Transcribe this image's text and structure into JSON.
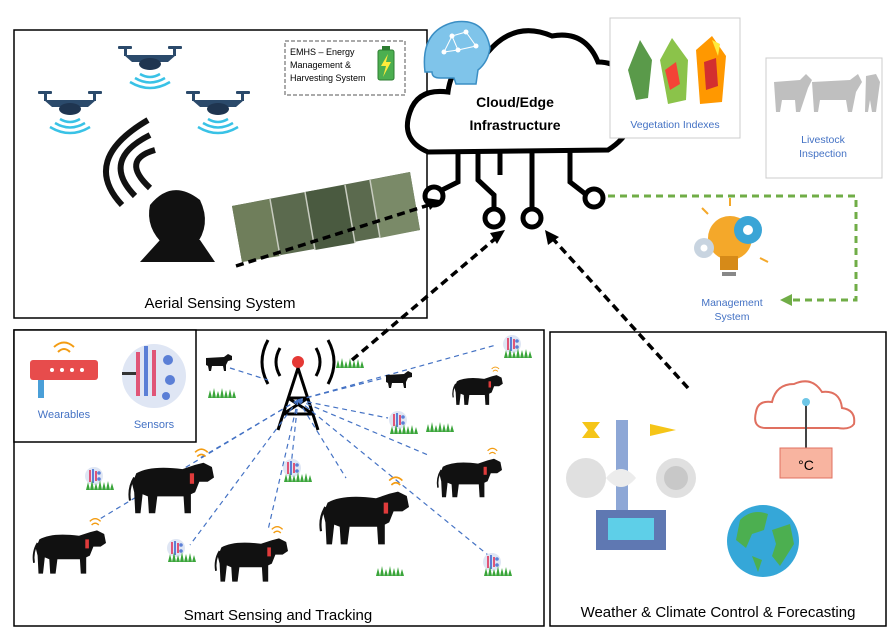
{
  "cloud": {
    "line1": "Cloud/Edge",
    "line2": "Infrastructure"
  },
  "emhs": {
    "line1": "EMHS – Energy",
    "line2": "Management &",
    "line3": "Harvesting System"
  },
  "vegetation": {
    "label": "Vegetation Indexes"
  },
  "livestock": {
    "line1": "Livestock",
    "line2": "Inspection"
  },
  "management": {
    "line1": "Management",
    "line2": "System"
  },
  "panels": {
    "aerial": "Aerial Sensing System",
    "smart": "Smart Sensing and Tracking",
    "weather": "Weather & Climate Control & Forecasting"
  },
  "legend": {
    "wearables": "Wearables",
    "sensors": "Sensors"
  },
  "thermometer": {
    "unit": "°C"
  },
  "icons": [
    "drone-icon",
    "satellite-dish-icon",
    "brain-icon",
    "battery-icon",
    "bulb-gear-icon",
    "tower-icon",
    "cow-icon",
    "sensor-icon",
    "router-icon",
    "wind-vane-icon",
    "globe-icon",
    "thermometer-cloud-icon"
  ],
  "colors": {
    "accent_blue": "#4472c4",
    "arrow_green": "#70ad47",
    "cow_black": "#111111",
    "grass": "#3aa53a",
    "tag_red": "#e03b3b"
  }
}
